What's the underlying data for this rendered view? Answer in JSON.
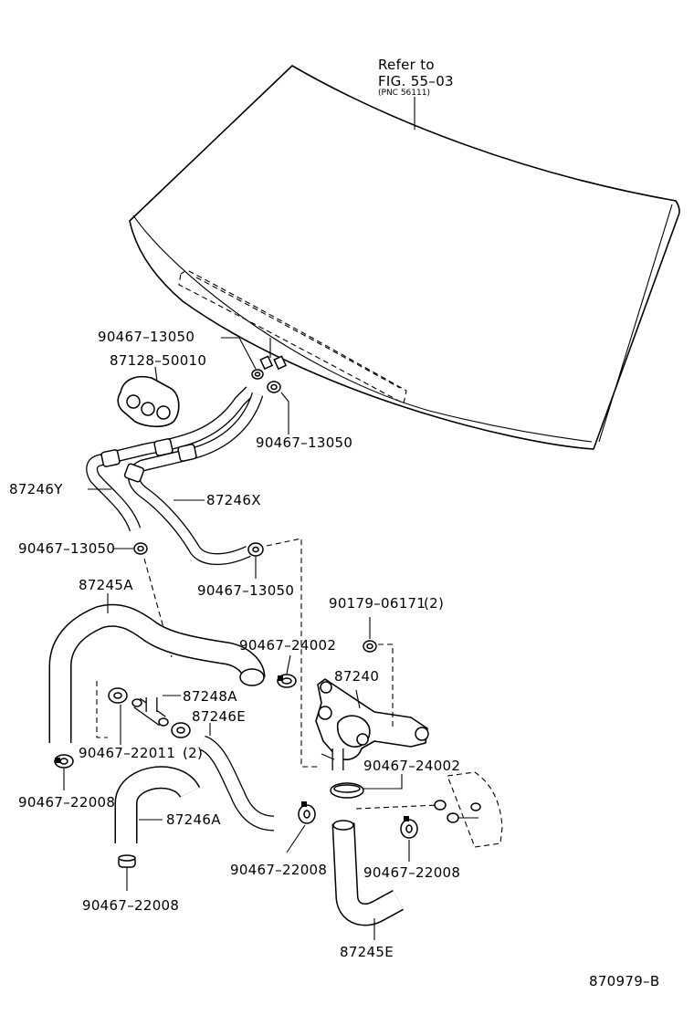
{
  "reference": {
    "line1": "Refer to",
    "line2": "FIG. 55–03",
    "line3": "(PNC 56111)"
  },
  "labels": {
    "clamp_top_1": "90467–13050",
    "grommet": "87128–50010",
    "clamp_top_2": "90467–13050",
    "hose_87246Y": "87246Y",
    "hose_87246X": "87246X",
    "clamp_left": "90467–13050",
    "clamp_mid": "90467–13050",
    "hose_87245A": "87245A",
    "bolt": "90179–06171",
    "bolt_qty": "(2)",
    "clamp_24002_a": "90467–24002",
    "valve": "87240",
    "pipe_87248A": "87248A",
    "hose_87246E": "87246E",
    "clamp_22011": "90467–22011",
    "clamp_22011_qty": "(2)",
    "clamp_24002_b": "90467–24002",
    "clamp_22008_left": "90467–22008",
    "hose_87246A": "87246A",
    "clamp_22008_mid": "90467–22008",
    "clamp_22008_right": "90467–22008",
    "clamp_22008_bottom": "90467–22008",
    "hose_87245E": "87245E",
    "figure_code": "870979–B"
  }
}
